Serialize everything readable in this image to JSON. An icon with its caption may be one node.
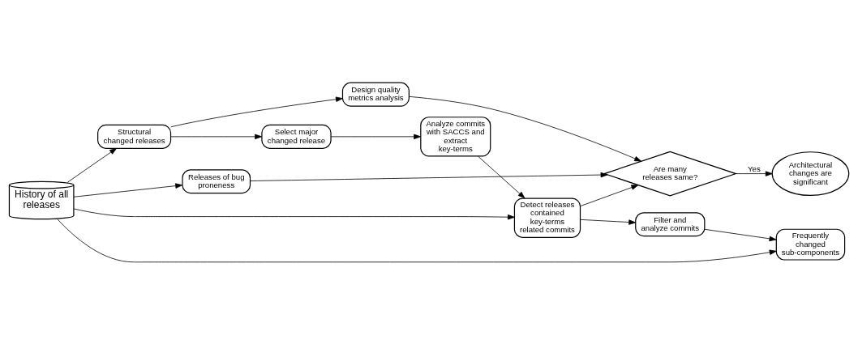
{
  "diagram": {
    "nodes": [
      {
        "text": [
          "History of all releases"
        ]
      },
      {
        "text": [
          "Structural changed releases"
        ]
      },
      {
        "text": [
          "Select major changed release"
        ]
      },
      {
        "text": [
          "Analyze commits with SACCS and extract key-terms"
        ]
      },
      {
        "text": [
          "Design quality metrics analysis"
        ]
      },
      {
        "text": [
          "Are many releases same?"
        ]
      },
      {
        "text": [
          "Detect releases contained key-terms related commits"
        ]
      },
      {
        "text": [
          "Filter and analyze commits"
        ]
      },
      {
        "text": [
          "Releases of bug proneness"
        ]
      },
      {
        "text": [
          "Frequently changed sub-components"
        ]
      },
      {
        "text": [
          "Architectural changes are significant"
        ]
      }
    ],
    "edges": [
      {
        "from": 0,
        "to": 1,
        "arrow": "to"
      },
      {
        "from": 0,
        "to": 8,
        "arrow": "to"
      },
      {
        "from": 1,
        "to": 2,
        "arrow": "to"
      },
      {
        "from": 2,
        "to": 3,
        "arrow": "to"
      },
      {
        "from": 1,
        "to": 4,
        "arrow": "to"
      },
      {
        "from": 3,
        "to": 6,
        "arrow": "to"
      },
      {
        "from": 4,
        "to": 5,
        "arrow": "to"
      },
      {
        "from": 8,
        "to": 5,
        "arrow": "to"
      },
      {
        "from": 6,
        "to": 5,
        "arrow": "to"
      },
      {
        "from": 6,
        "to": 7,
        "arrow": "to"
      },
      {
        "from": 7,
        "to": 9,
        "arrow": "to"
      },
      {
        "from": 5,
        "to": 10,
        "arrow": "to",
        "label": "Yes"
      },
      {
        "from": 0,
        "to": 6,
        "arrow": "to"
      },
      {
        "from": 0,
        "to": 9,
        "arrow": "to"
      }
    ]
  }
}
